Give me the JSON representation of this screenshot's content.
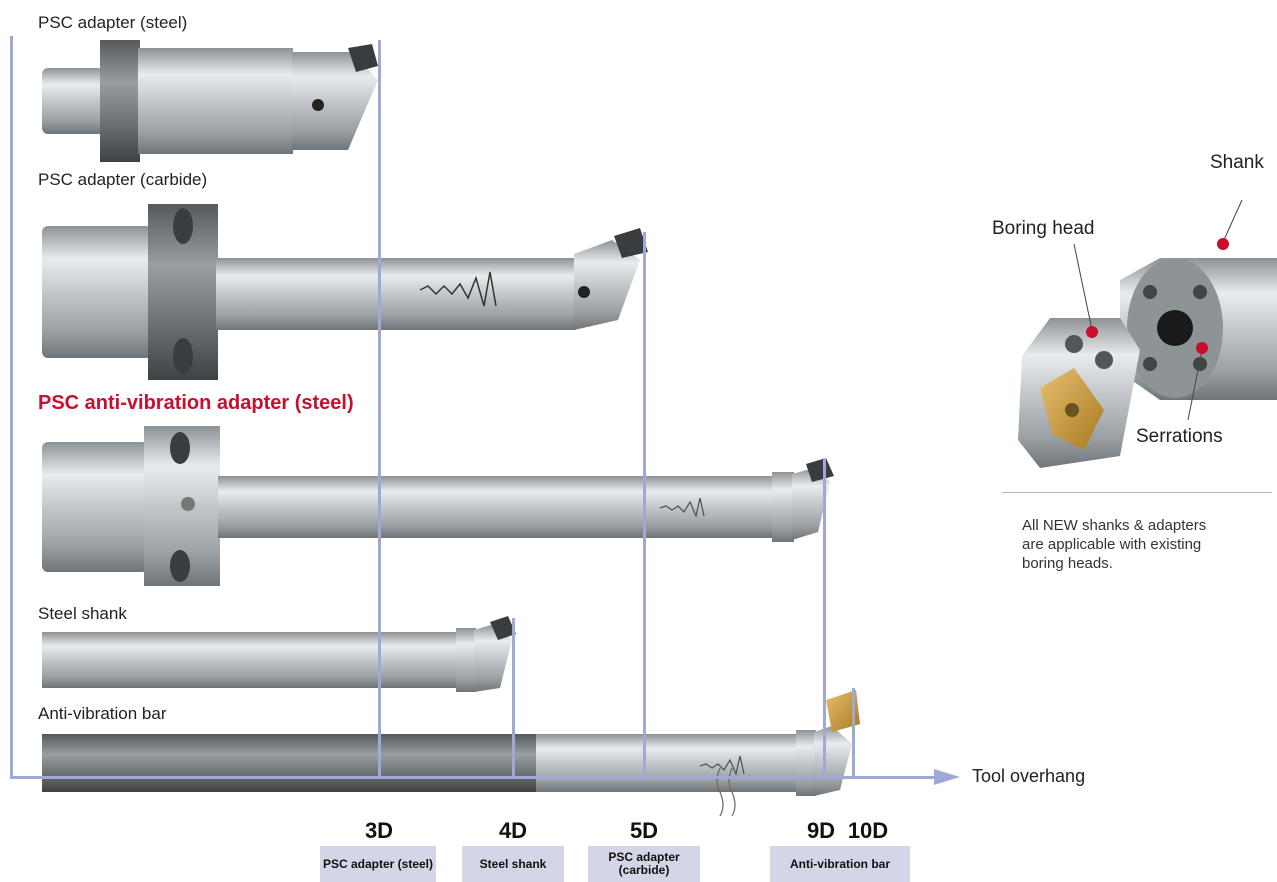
{
  "tools": [
    {
      "id": "steel-adapter",
      "label": "PSC adapter (steel)",
      "highlight": false
    },
    {
      "id": "carbide-adapter",
      "label": "PSC adapter (carbide)",
      "highlight": false
    },
    {
      "id": "antivib-adapter",
      "label": "PSC anti-vibration adapter (steel)",
      "highlight": true
    },
    {
      "id": "steel-shank",
      "label": "Steel shank",
      "highlight": false
    },
    {
      "id": "antivib-bar",
      "label": "Anti-vibration bar",
      "highlight": false
    }
  ],
  "axis": {
    "name": "Tool overhang",
    "ticks": [
      {
        "label": "3D",
        "category": "PSC adapter (steel)"
      },
      {
        "label": "4D",
        "category": "Steel shank"
      },
      {
        "label": "5D",
        "category": "PSC adapter (carbide)"
      },
      {
        "label": "9D",
        "category": "Anti-vibration bar"
      },
      {
        "label": "10D",
        "category": ""
      }
    ]
  },
  "callouts": {
    "shank": "Shank",
    "boring_head": "Boring head",
    "serrations": "Serrations"
  },
  "note": "All NEW shanks & adapters are applicable with existing boring heads.",
  "colors": {
    "accent_red": "#c8102e",
    "axis_blue": "#9fa9d4",
    "category_box": "#d4d6e8",
    "steel_gray": "#c4c8cc",
    "insert_gold": "#c89a3c"
  }
}
